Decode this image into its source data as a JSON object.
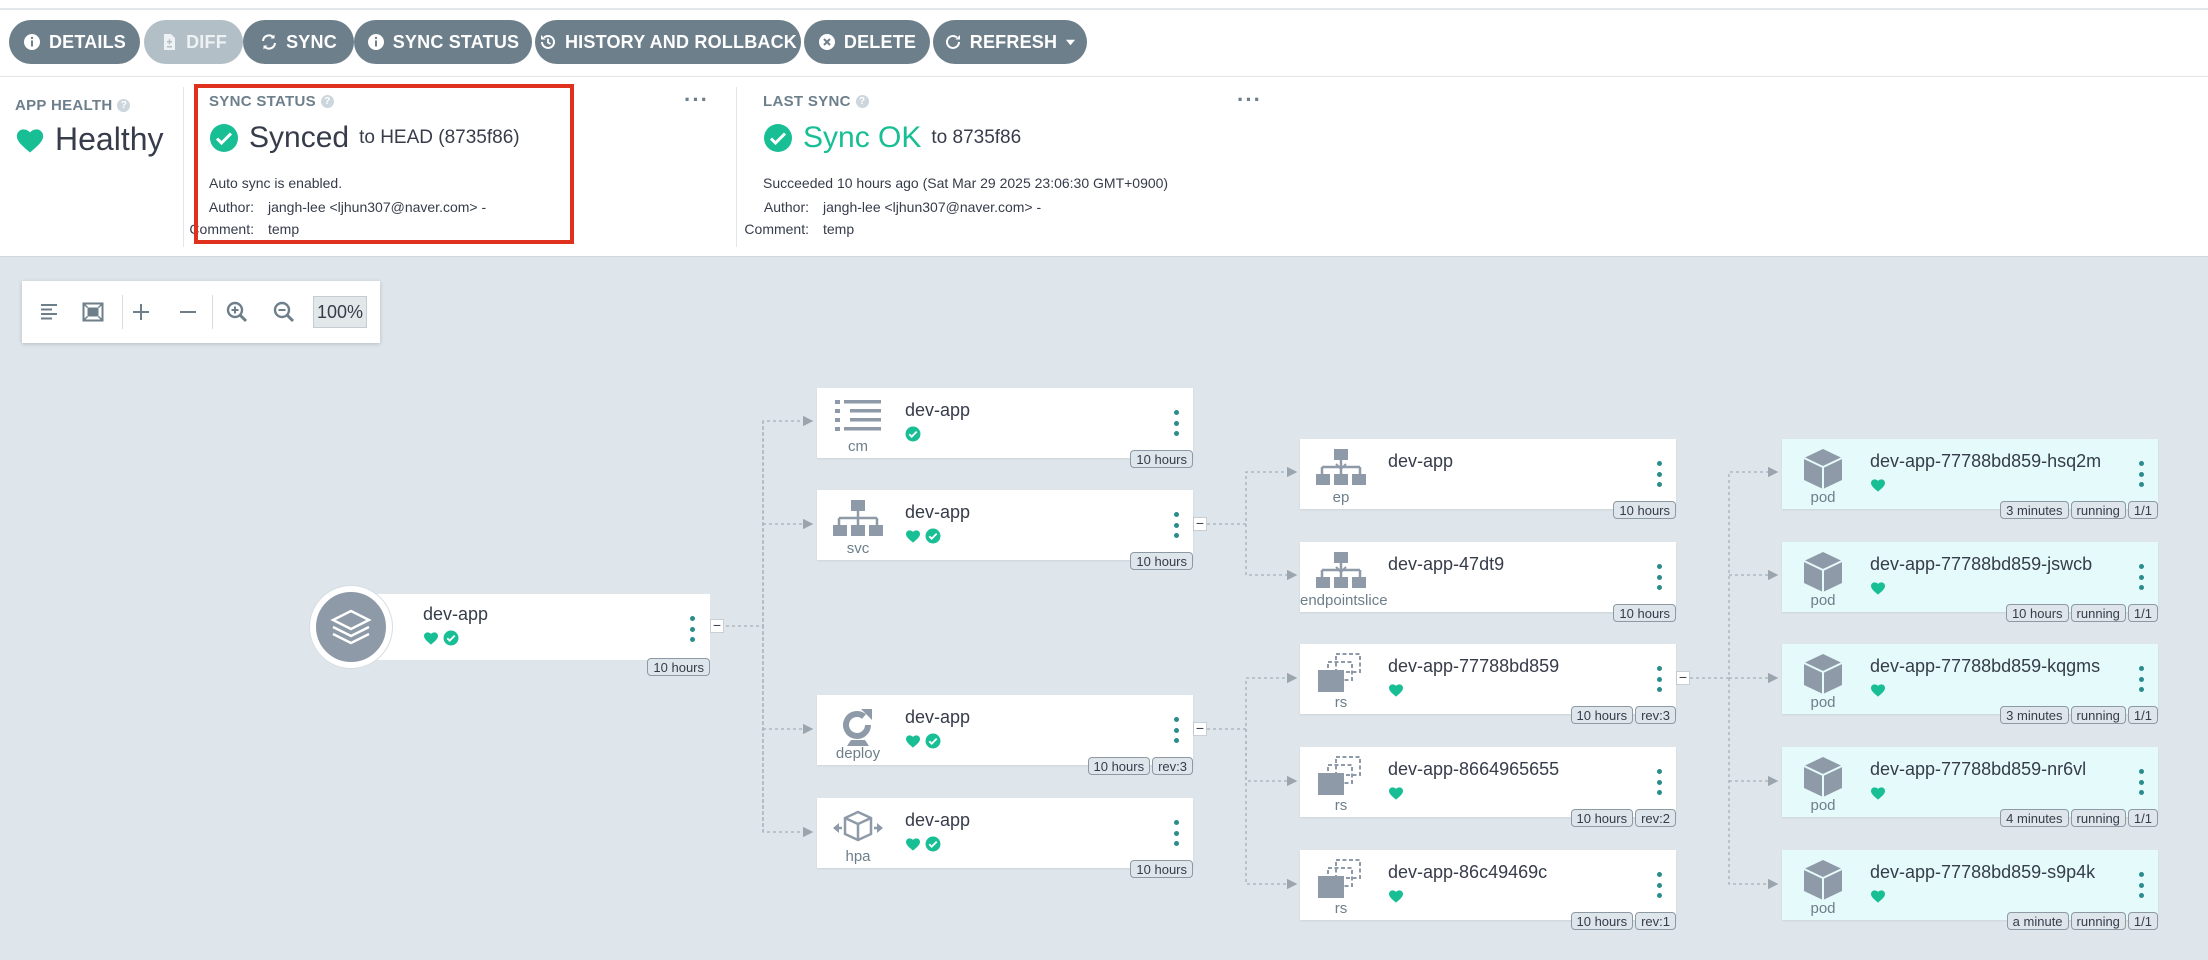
{
  "toolbar": {
    "details": "DETAILS",
    "diff": "DIFF",
    "sync": "SYNC",
    "sync_status": "SYNC STATUS",
    "history": "HISTORY AND ROLLBACK",
    "delete": "DELETE",
    "refresh": "REFRESH"
  },
  "status": {
    "app_health": {
      "title": "APP HEALTH",
      "value": "Healthy"
    },
    "sync_status": {
      "title": "SYNC STATUS",
      "value": "Synced",
      "target": "to HEAD (8735f86)",
      "note": "Auto sync is enabled.",
      "author_label": "Author:",
      "author": "jangh-lee <ljhun307@naver.com> -",
      "comment_label": "Comment:",
      "comment": "temp"
    },
    "last_sync": {
      "title": "LAST SYNC",
      "value": "Sync OK",
      "target": "to 8735f86",
      "note": "Succeeded 10 hours ago (Sat Mar 29 2025 23:06:30 GMT+0900)",
      "author_label": "Author:",
      "author": "jangh-lee <ljhun307@naver.com> -",
      "comment_label": "Comment:",
      "comment": "temp"
    }
  },
  "zoom": {
    "level": "100%"
  },
  "colors": {
    "healthy": "#18be94",
    "synced": "#18be94",
    "button": "#6d7f8b",
    "highlight": "#e0301e"
  },
  "graph": {
    "app": {
      "name": "dev-app",
      "age": "10 hours"
    },
    "nodes": [
      {
        "id": "cm",
        "kind": "cm",
        "icon": "configmap-icon",
        "name": "dev-app",
        "health": false,
        "synced": true,
        "tags": [
          "10 hours"
        ]
      },
      {
        "id": "svc",
        "kind": "svc",
        "icon": "service-icon",
        "name": "dev-app",
        "health": true,
        "synced": true,
        "tags": [
          "10 hours"
        ]
      },
      {
        "id": "deploy",
        "kind": "deploy",
        "icon": "deployment-icon",
        "name": "dev-app",
        "health": true,
        "synced": true,
        "tags": [
          "10 hours",
          "rev:3"
        ]
      },
      {
        "id": "hpa",
        "kind": "hpa",
        "icon": "hpa-icon",
        "name": "dev-app",
        "health": true,
        "synced": true,
        "tags": [
          "10 hours"
        ]
      },
      {
        "id": "ep",
        "kind": "ep",
        "icon": "endpoint-icon",
        "name": "dev-app",
        "health": false,
        "synced": false,
        "tags": [
          "10 hours"
        ]
      },
      {
        "id": "eps",
        "kind": "endpointslice",
        "icon": "endpoint-icon",
        "name": "dev-app-47dt9",
        "health": false,
        "synced": false,
        "tags": [
          "10 hours"
        ]
      },
      {
        "id": "rs1",
        "kind": "rs",
        "icon": "replicaset-icon",
        "name": "dev-app-77788bd859",
        "health": true,
        "synced": false,
        "tags": [
          "10 hours",
          "rev:3"
        ]
      },
      {
        "id": "rs2",
        "kind": "rs",
        "icon": "replicaset-icon",
        "name": "dev-app-8664965655",
        "health": true,
        "synced": false,
        "tags": [
          "10 hours",
          "rev:2"
        ]
      },
      {
        "id": "rs3",
        "kind": "rs",
        "icon": "replicaset-icon",
        "name": "dev-app-86c49469c",
        "health": true,
        "synced": false,
        "tags": [
          "10 hours",
          "rev:1"
        ]
      },
      {
        "id": "pod1",
        "kind": "pod",
        "icon": "pod-icon",
        "name": "dev-app-77788bd859-hsq2m",
        "health": true,
        "synced": false,
        "tags": [
          "3 minutes",
          "running",
          "1/1"
        ]
      },
      {
        "id": "pod2",
        "kind": "pod",
        "icon": "pod-icon",
        "name": "dev-app-77788bd859-jswcb",
        "health": true,
        "synced": false,
        "tags": [
          "10 hours",
          "running",
          "1/1"
        ]
      },
      {
        "id": "pod3",
        "kind": "pod",
        "icon": "pod-icon",
        "name": "dev-app-77788bd859-kqgms",
        "health": true,
        "synced": false,
        "tags": [
          "3 minutes",
          "running",
          "1/1"
        ]
      },
      {
        "id": "pod4",
        "kind": "pod",
        "icon": "pod-icon",
        "name": "dev-app-77788bd859-nr6vl",
        "health": true,
        "synced": false,
        "tags": [
          "4 minutes",
          "running",
          "1/1"
        ]
      },
      {
        "id": "pod5",
        "kind": "pod",
        "icon": "pod-icon",
        "name": "dev-app-77788bd859-s9p4k",
        "health": true,
        "synced": false,
        "tags": [
          "a minute",
          "running",
          "1/1"
        ]
      }
    ]
  }
}
